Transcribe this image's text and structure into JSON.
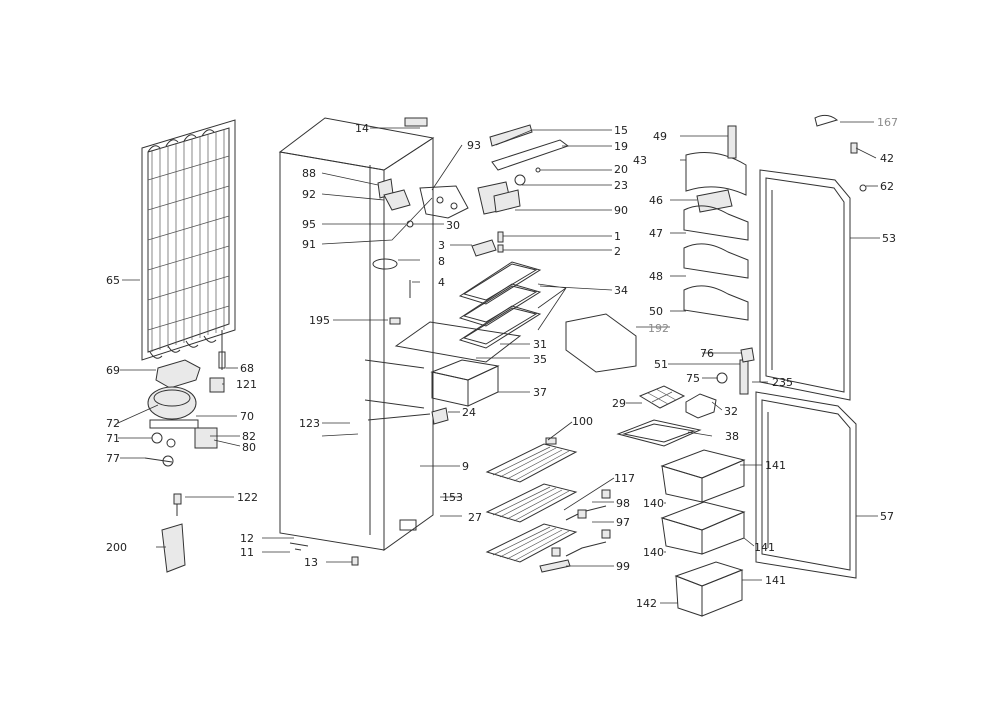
{
  "callouts": {
    "c14": "14",
    "c15": "15",
    "c19": "19",
    "c20": "20",
    "c23": "23",
    "c90": "90",
    "c93": "93",
    "c88": "88",
    "c92": "92",
    "c95": "95",
    "c91": "91",
    "c30": "30",
    "c1": "1",
    "c2": "2",
    "c3": "3",
    "c8": "8",
    "c4": "4",
    "c34": "34",
    "c195": "195",
    "c31": "31",
    "c35": "35",
    "c192": "192",
    "c37": "37",
    "c24": "24",
    "c65": "65",
    "c69": "69",
    "c68": "68",
    "c121": "121",
    "c72": "72",
    "c70": "70",
    "c71": "71",
    "c82": "82",
    "c123": "123",
    "c80": "80",
    "c77": "77",
    "c122": "122",
    "c9": "9",
    "c153": "153",
    "c27": "27",
    "c100": "100",
    "c117": "117",
    "c98": "98",
    "c97": "97",
    "c99": "99",
    "c200": "200",
    "c12": "12",
    "c11": "11",
    "c13": "13",
    "c49": "49",
    "c43": "43",
    "c46": "46",
    "c47": "47",
    "c48": "48",
    "c50": "50",
    "c167": "167",
    "c42": "42",
    "c62": "62",
    "c53": "53",
    "c76": "76",
    "c51": "51",
    "c75": "75",
    "c235": "235",
    "c29": "29",
    "c32": "32",
    "c38": "38",
    "c141a": "141",
    "c140a": "140",
    "c141b": "141",
    "c140b": "140",
    "c141c": "141",
    "c142": "142",
    "c57": "57"
  }
}
